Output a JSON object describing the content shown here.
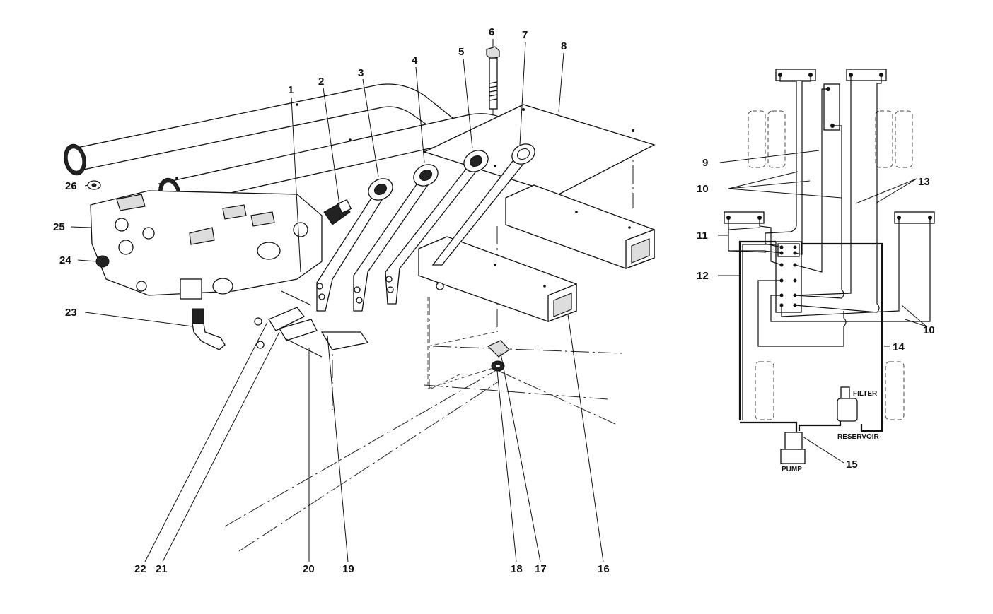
{
  "callouts": {
    "c1": "1",
    "c2": "2",
    "c3": "3",
    "c4": "4",
    "c5": "5",
    "c6": "6",
    "c7": "7",
    "c8": "8",
    "c9": "9",
    "c10a": "10",
    "c10b": "10",
    "c11": "11",
    "c12": "12",
    "c13": "13",
    "c14": "14",
    "c15": "15",
    "c16": "16",
    "c17": "17",
    "c18": "18",
    "c19": "19",
    "c20": "20",
    "c21": "21",
    "c22": "22",
    "c23": "23",
    "c24": "24",
    "c25": "25",
    "c26": "26"
  },
  "schematic_labels": {
    "filter": "FILTER",
    "reservoir": "RESERVOIR",
    "pump": "PUMP"
  }
}
